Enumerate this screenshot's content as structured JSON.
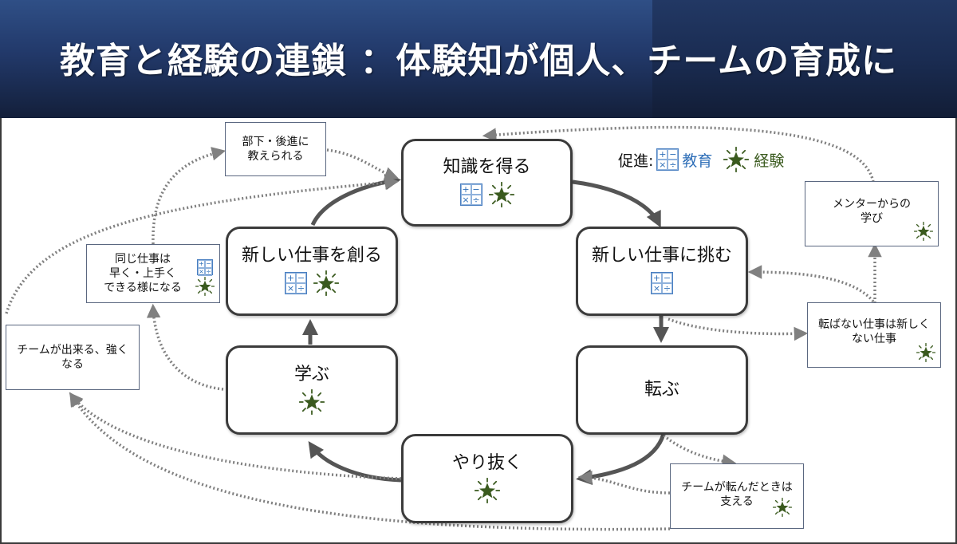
{
  "title": "教育と経験の連鎖 ：体験知が個人、チームの育成に",
  "colors": {
    "education": "#2f6fb8",
    "experience": "#3a5a1e",
    "node_border": "#3b3b3b",
    "cycle_arrow": "#555555",
    "dotted_arrow": "#808080",
    "header_top": "#2f4f86",
    "header_bottom": "#131f3a"
  },
  "legend": {
    "prefix": "促進:",
    "education_label": "教育",
    "experience_label": "経験",
    "education_icon": "calculator-icon",
    "experience_icon": "star-burst-icon"
  },
  "calc_symbols": [
    "+",
    "−",
    "×",
    "÷"
  ],
  "cycle_nodes": [
    {
      "id": "gain-knowledge",
      "label": "知識を得る",
      "education": true,
      "experience": true
    },
    {
      "id": "take-on-new-work",
      "label": "新しい仕事に挑む",
      "education": true,
      "experience": false
    },
    {
      "id": "stumble",
      "label": "転ぶ",
      "education": false,
      "experience": false
    },
    {
      "id": "see-it-through",
      "label": "やり抜く",
      "education": false,
      "experience": true
    },
    {
      "id": "learn",
      "label": "学ぶ",
      "education": false,
      "experience": true
    },
    {
      "id": "create-new-work",
      "label": "新しい仕事を創る",
      "education": true,
      "experience": true
    }
  ],
  "notes": [
    {
      "id": "teach-juniors",
      "text": "部下・後進に\n教えられる",
      "education": false,
      "experience": false
    },
    {
      "id": "faster-better",
      "text": "同じ仕事は\n早く・上手く\nできる様になる",
      "education": true,
      "experience": true
    },
    {
      "id": "team-stronger",
      "text": "チームが出来る、強く\nなる",
      "education": false,
      "experience": false
    },
    {
      "id": "learn-from-mentor",
      "text": "メンターからの\n学び",
      "education": false,
      "experience": true
    },
    {
      "id": "no-stumble-not-new",
      "text": "転ばない仕事は新しく\nない仕事",
      "education": false,
      "experience": true
    },
    {
      "id": "team-support",
      "text": "チームが転んだときは\n支える",
      "education": false,
      "experience": true
    }
  ]
}
